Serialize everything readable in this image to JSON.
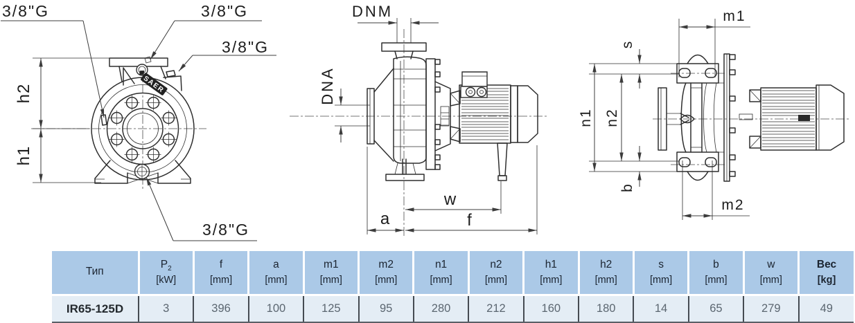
{
  "front_view": {
    "thread_label_1": "3/8\"G",
    "thread_label_2": "3/8\"G",
    "thread_label_3": "3/8\"G",
    "thread_label_4": "3/8\"G",
    "dim_h2": "h2",
    "dim_h1": "h1",
    "brand": "SAER"
  },
  "side_view": {
    "dim_dnm": "DNM",
    "dim_dna": "DNA",
    "dim_w": "w",
    "dim_a": "a",
    "dim_f": "f"
  },
  "top_view": {
    "dim_m1": "m1",
    "dim_s": "s",
    "dim_n1": "n1",
    "dim_n2": "n2",
    "dim_b": "b",
    "dim_m2": "m2"
  },
  "table": {
    "columns": [
      {
        "label": "Тип",
        "sub": "",
        "unit": ""
      },
      {
        "label": "P",
        "sub": "2",
        "unit": "[kW]"
      },
      {
        "label": "f",
        "sub": "",
        "unit": "[mm]"
      },
      {
        "label": "a",
        "sub": "",
        "unit": "[mm]"
      },
      {
        "label": "m1",
        "sub": "",
        "unit": "[mm]"
      },
      {
        "label": "m2",
        "sub": "",
        "unit": "[mm]"
      },
      {
        "label": "n1",
        "sub": "",
        "unit": "[mm]"
      },
      {
        "label": "n2",
        "sub": "",
        "unit": "[mm]"
      },
      {
        "label": "h1",
        "sub": "",
        "unit": "[mm]"
      },
      {
        "label": "h2",
        "sub": "",
        "unit": "[mm]"
      },
      {
        "label": "s",
        "sub": "",
        "unit": "[mm]"
      },
      {
        "label": "b",
        "sub": "",
        "unit": "[mm]"
      },
      {
        "label": "w",
        "sub": "",
        "unit": "[mm]"
      },
      {
        "label": "Вес",
        "sub": "",
        "unit": "[kg]"
      }
    ],
    "row": {
      "type": "IR65-125D",
      "values": [
        "3",
        "396",
        "100",
        "125",
        "95",
        "280",
        "212",
        "160",
        "180",
        "14",
        "65",
        "279",
        "49"
      ]
    }
  },
  "colors": {
    "header_bg": "#abc9e7",
    "row_bg": "#e4edf5",
    "line": "#2e2e2e"
  }
}
